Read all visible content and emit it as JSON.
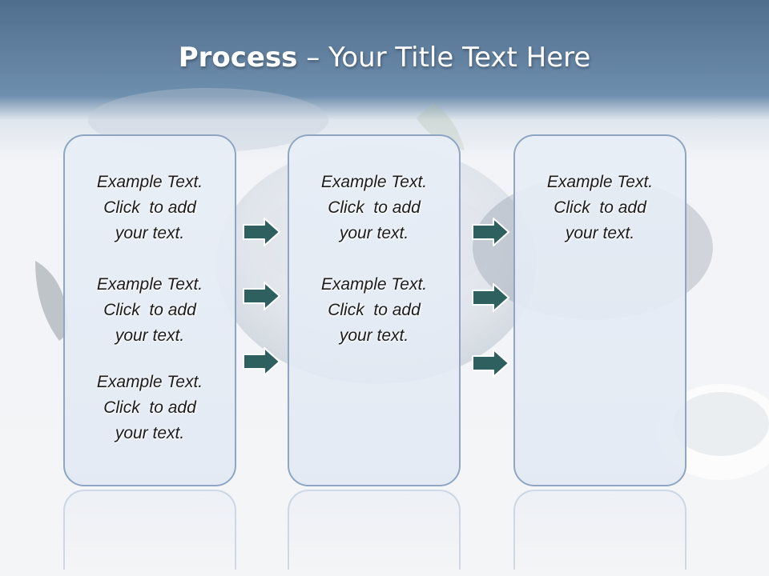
{
  "title": {
    "bold": "Process",
    "rest": " – Your Title Text Here"
  },
  "columns": [
    {
      "blocks": [
        [
          "Example Text.",
          "Click  to add",
          "your text."
        ],
        [
          "Example Text.",
          "Click  to add",
          "your text."
        ],
        [
          "Example Text.",
          "Click  to add",
          "your text."
        ]
      ]
    },
    {
      "blocks": [
        [
          "Example Text.",
          "Click  to add",
          "your text."
        ],
        [
          "Example Text.",
          "Click  to add",
          "your text."
        ]
      ]
    },
    {
      "blocks": [
        [
          "Example Text.",
          "Click  to add",
          "your text."
        ]
      ]
    }
  ],
  "colors": {
    "accent": "#2e6060",
    "panel_border": "#8ea6c4",
    "header": "#5a7a9a"
  },
  "icons": {
    "arrow": "right-arrow-icon"
  }
}
